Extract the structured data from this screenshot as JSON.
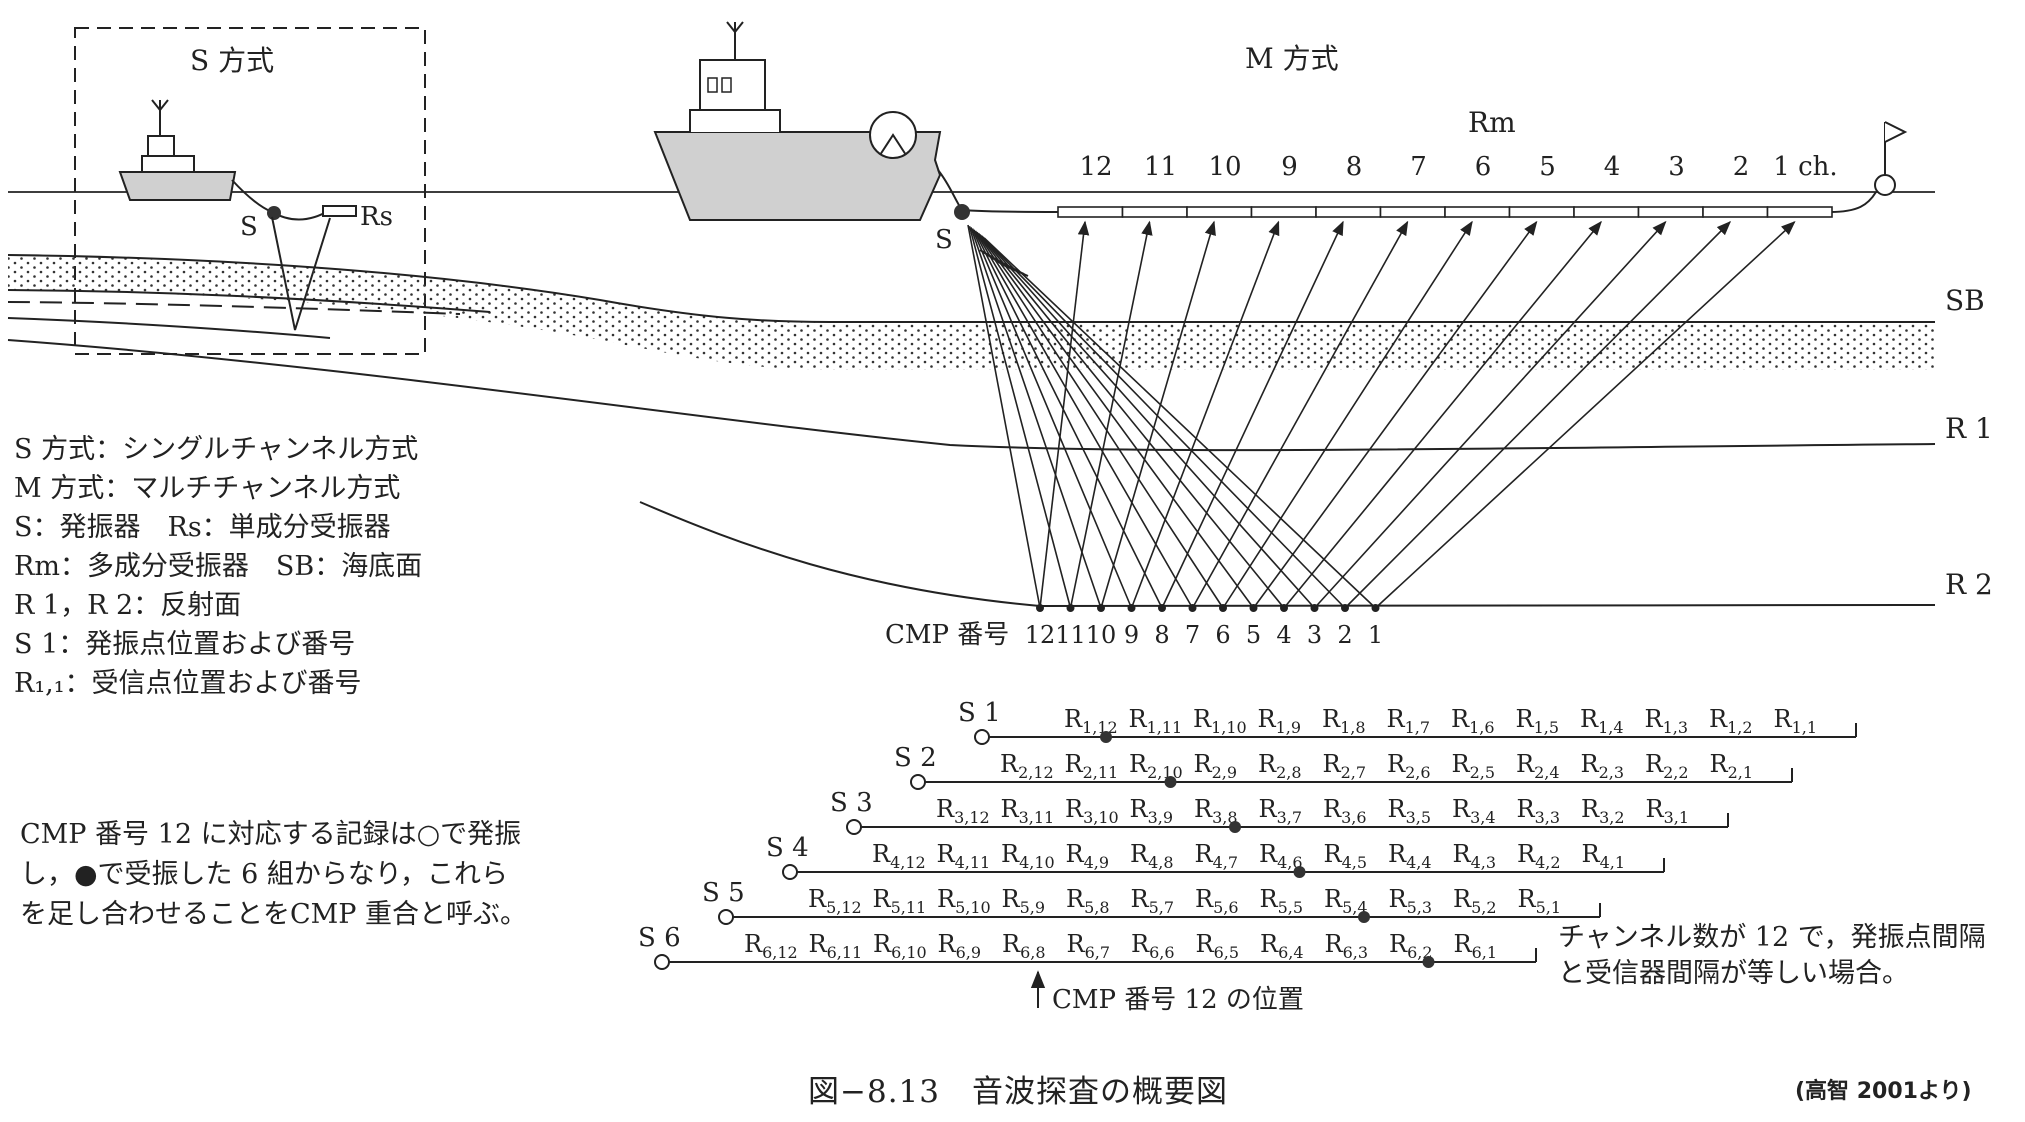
{
  "s_method": {
    "title": "S 方式",
    "source": "S",
    "receiver": "Rs"
  },
  "m_method": {
    "title": "M 方式",
    "source": "S",
    "array_label": "Rm",
    "channels": [
      "12",
      "11",
      "10",
      "9",
      "8",
      "7",
      "6",
      "5",
      "4",
      "3",
      "2",
      "1 ch."
    ]
  },
  "layers": {
    "sb": "SB",
    "r1": "R 1",
    "r2": "R 2"
  },
  "cmp": {
    "label": "CMP 番号",
    "numbers": [
      "12",
      "11",
      "10",
      "9",
      "8",
      "7",
      "6",
      "5",
      "4",
      "3",
      "2",
      "1"
    ],
    "position_note": "CMP 番号 12 の位置"
  },
  "legend": [
    "S 方式：シングルチャンネル方式",
    "M 方式：マルチチャンネル方式",
    "S：発振器　Rs：単成分受振器",
    "Rm：多成分受振器　SB：海底面",
    "R 1，R 2：反射面",
    "S 1：発振点位置および番号",
    "R₁,₁：受信点位置および番号"
  ],
  "note": [
    "CMP 番号 12 に対応する記録は○で発振",
    "し，●で受振した 6 組からなり，これら",
    "を足し合わせることをCMP 重合と呼ぶ。"
  ],
  "condition": [
    "チャンネル数が 12 で，発振点間隔",
    "と受信器間隔が等しい場合。"
  ],
  "shots": [
    "S 1",
    "S 2",
    "S 3",
    "S 4",
    "S 5",
    "S 6"
  ],
  "receiver_rows": [
    [
      "R1,12",
      "R1,11",
      "R1,10",
      "R1,9",
      "R1,8",
      "R1,7",
      "R1,6",
      "R1,5",
      "R1,4",
      "R1,3",
      "R1,2",
      "R1,1"
    ],
    [
      "R2,12",
      "R2,11",
      "R2,10",
      "R2,9",
      "R2,8",
      "R2,7",
      "R2,6",
      "R2,5",
      "R2,4",
      "R2,3",
      "R2,2",
      "R2,1"
    ],
    [
      "R3,12",
      "R3,11",
      "R3,10",
      "R3,9",
      "R3,8",
      "R3,7",
      "R3,6",
      "R3,5",
      "R3,4",
      "R3,3",
      "R3,2",
      "R3,1"
    ],
    [
      "R4,12",
      "R4,11",
      "R4,10",
      "R4,9",
      "R4,8",
      "R4,7",
      "R4,6",
      "R4,5",
      "R4,4",
      "R4,3",
      "R4,2",
      "R4,1"
    ],
    [
      "R5,12",
      "R5,11",
      "R5,10",
      "R5,9",
      "R5,8",
      "R5,7",
      "R5,6",
      "R5,5",
      "R5,4",
      "R5,3",
      "R5,2",
      "R5,1"
    ],
    [
      "R6,12",
      "R6,11",
      "R6,10",
      "R6,9",
      "R6,8",
      "R6,7",
      "R6,6",
      "R6,5",
      "R6,4",
      "R6,3",
      "R6,2",
      "R6,1"
    ]
  ],
  "caption": "図−8.13　音波探査の概要図",
  "source_credit": "(高智 2001より)"
}
